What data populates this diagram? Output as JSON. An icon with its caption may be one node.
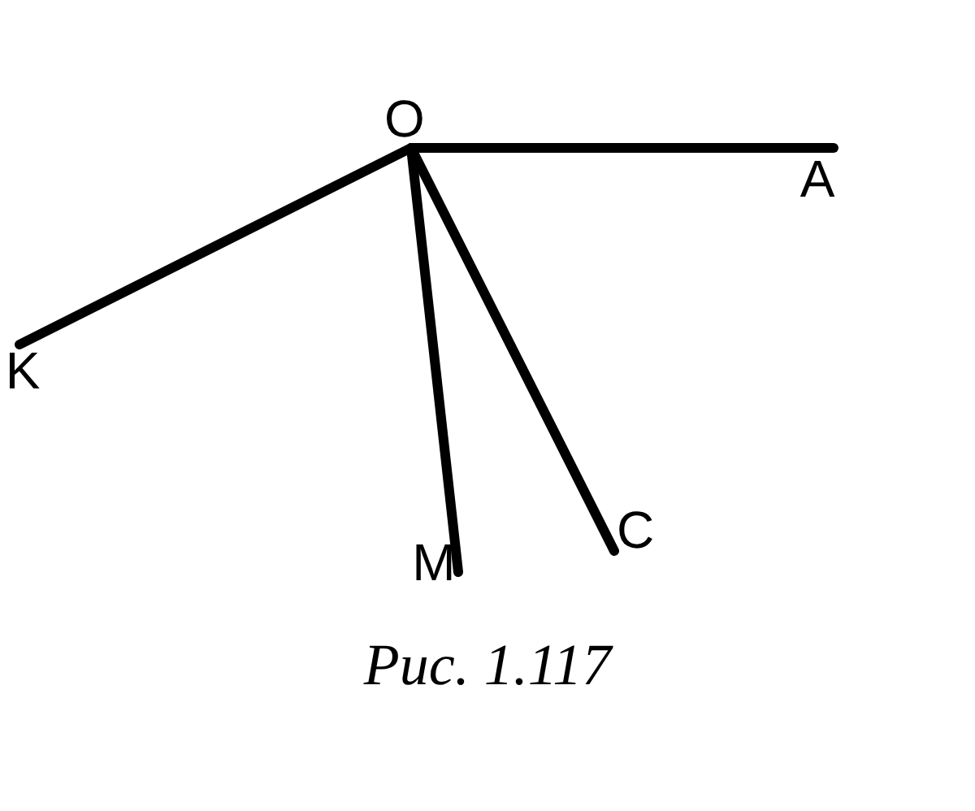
{
  "diagram": {
    "caption": "Рис. 1.117",
    "nodes": [
      {
        "text": [
          "O"
        ]
      },
      {
        "text": [
          "A"
        ]
      },
      {
        "text": [
          "K"
        ]
      },
      {
        "text": [
          "M"
        ]
      },
      {
        "text": [
          "C"
        ]
      }
    ],
    "edges": [
      {
        "from": 0,
        "to": 1,
        "arrow": "none"
      },
      {
        "from": 0,
        "to": 2,
        "arrow": "none"
      },
      {
        "from": 0,
        "to": 3,
        "arrow": "none"
      },
      {
        "from": 0,
        "to": 4,
        "arrow": "none"
      }
    ]
  }
}
